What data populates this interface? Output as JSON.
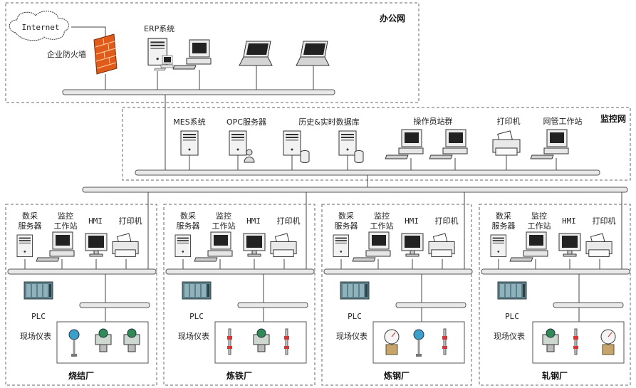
{
  "office": {
    "title": "办公网",
    "internet": "Internet",
    "firewall": "企业防火墙",
    "erp": "ERP系统"
  },
  "monitor": {
    "title": "监控网",
    "mes": "MES系统",
    "opc": "OPC服务器",
    "historian": "历史&实时数据库",
    "operators": "操作员站群",
    "printer": "打印机",
    "netmgmt": "网管工作站"
  },
  "plants": [
    {
      "title": "烧结厂",
      "server_l1": "数采",
      "server_l2": "服务器",
      "ws_l1": "监控",
      "ws_l2": "工作站",
      "hmi": "HMI",
      "printer": "打印机",
      "plc": "PLC",
      "instruments": "现场仪表"
    },
    {
      "title": "炼铁厂",
      "server_l1": "数采",
      "server_l2": "服务器",
      "ws_l1": "监控",
      "ws_l2": "工作站",
      "hmi": "HMI",
      "printer": "打印机",
      "plc": "PLC",
      "instruments": "现场仪表"
    },
    {
      "title": "炼钢厂",
      "server_l1": "数采",
      "server_l2": "服务器",
      "ws_l1": "监控",
      "ws_l2": "工作站",
      "hmi": "HMI",
      "printer": "打印机",
      "plc": "PLC",
      "instruments": "现场仪表"
    },
    {
      "title": "轧钢厂",
      "server_l1": "数采",
      "server_l2": "服务器",
      "ws_l1": "监控",
      "ws_l2": "工作站",
      "hmi": "HMI",
      "printer": "打印机",
      "plc": "PLC",
      "instruments": "现场仪表"
    }
  ]
}
